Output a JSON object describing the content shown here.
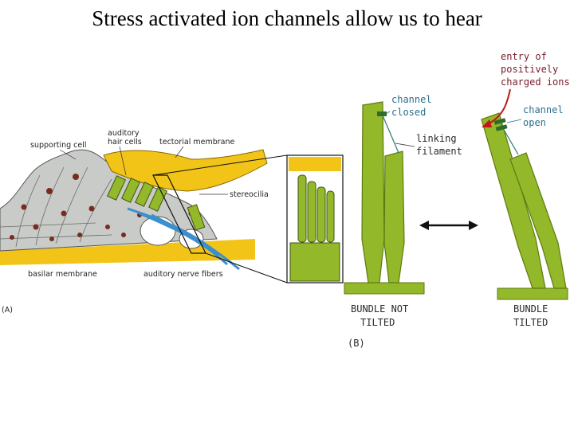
{
  "slide": {
    "title": "Stress activated ion channels allow us to hear"
  },
  "panel_a": {
    "supporting_cell": "supporting cell",
    "auditory_hair_cells_1": "auditory",
    "auditory_hair_cells_2": "hair cells",
    "tectorial_membrane": "tectorial membrane",
    "stereocilia": "stereocilia",
    "basilar_membrane": "basilar membrane",
    "auditory_nerve_fibers": "auditory nerve fibers",
    "panel_label": "(A)"
  },
  "panel_b": {
    "channel_closed_1": "channel",
    "channel_closed_2": "closed",
    "linking_filament_1": "linking",
    "linking_filament_2": "filament",
    "entry_1": "entry of",
    "entry_2": "positively",
    "entry_3": "charged ions",
    "channel_open_1": "channel",
    "channel_open_2": "open",
    "bundle_not_tilted_1": "BUNDLE NOT",
    "bundle_not_tilted_2": "TILTED",
    "bundle_tilted_1": "BUNDLE",
    "bundle_tilted_2": "TILTED",
    "panel_label": "(B)"
  },
  "colors": {
    "green": "#93b82a",
    "green_dark": "#5d7a12",
    "yellow": "#f2c418",
    "gray": "#c8cbc7",
    "nerve_blue": "#3b8fcf",
    "nucleus": "#7a2a1e",
    "channel": "#2f6b2a",
    "ion_arrow": "#c01818"
  }
}
